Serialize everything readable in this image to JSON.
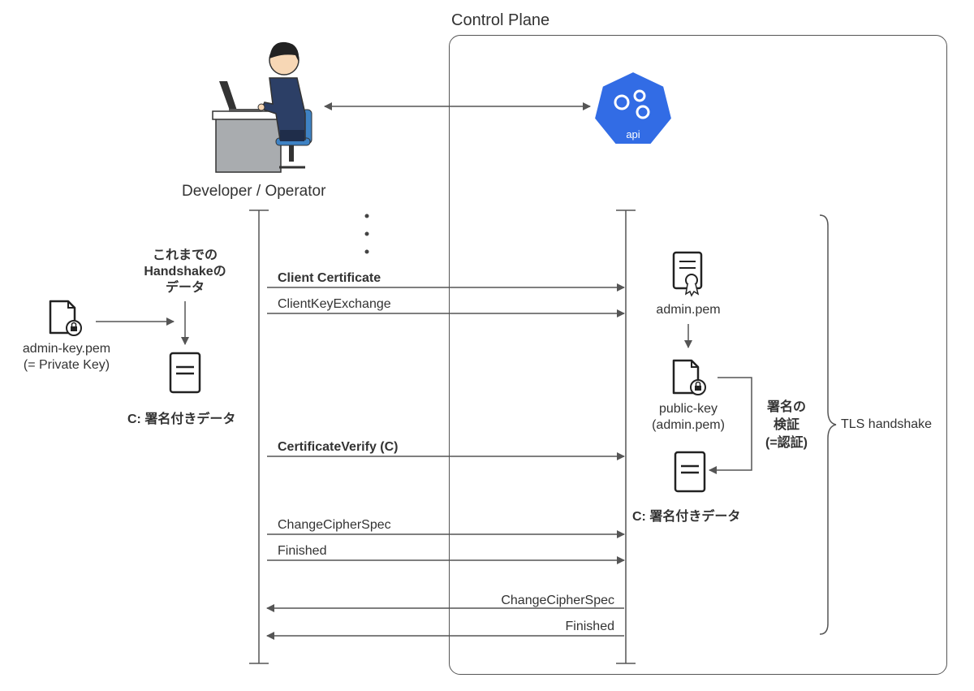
{
  "control_plane": {
    "title": "Control Plane"
  },
  "operator": {
    "label": "Developer / Operator",
    "figure_icon": "person-at-laptop-icon"
  },
  "api_server": {
    "badge": "api",
    "icon": "kubernetes-api-server-icon",
    "color": "#326ce5"
  },
  "continuation_icon": "vertical-ellipsis-icon",
  "client_side": {
    "handshake_data_label": [
      "これまでの",
      "Handshakeの",
      "データ"
    ],
    "private_key_label": [
      "admin-key.pem",
      "(= Private Key)"
    ],
    "private_key_icon": "locked-file-icon",
    "signed_doc_icon": "document-icon",
    "signed_data_label": "C: 署名付きデータ"
  },
  "server_side": {
    "cert_label": "admin.pem",
    "cert_icon": "certificate-icon",
    "public_key_label": [
      "public-key",
      "(admin.pem)"
    ],
    "public_key_icon": "locked-file-icon",
    "signed_doc_icon": "document-icon",
    "signed_data_label": "C: 署名付きデータ",
    "verify_label": [
      "署名の",
      "検証",
      "(=認証)"
    ]
  },
  "tls_label": "TLS handshake",
  "messages": [
    {
      "label": "Client Certificate",
      "bold": true,
      "direction": "to-server"
    },
    {
      "label": "ClientKeyExchange",
      "bold": false,
      "direction": "to-server"
    },
    {
      "label": "CertificateVerify (C)",
      "bold": true,
      "direction": "to-server"
    },
    {
      "label": "ChangeCipherSpec",
      "bold": false,
      "direction": "to-server"
    },
    {
      "label": "Finished",
      "bold": false,
      "direction": "to-server"
    },
    {
      "label": "ChangeCipherSpec",
      "bold": false,
      "direction": "to-client"
    },
    {
      "label": "Finished",
      "bold": false,
      "direction": "to-client"
    }
  ]
}
